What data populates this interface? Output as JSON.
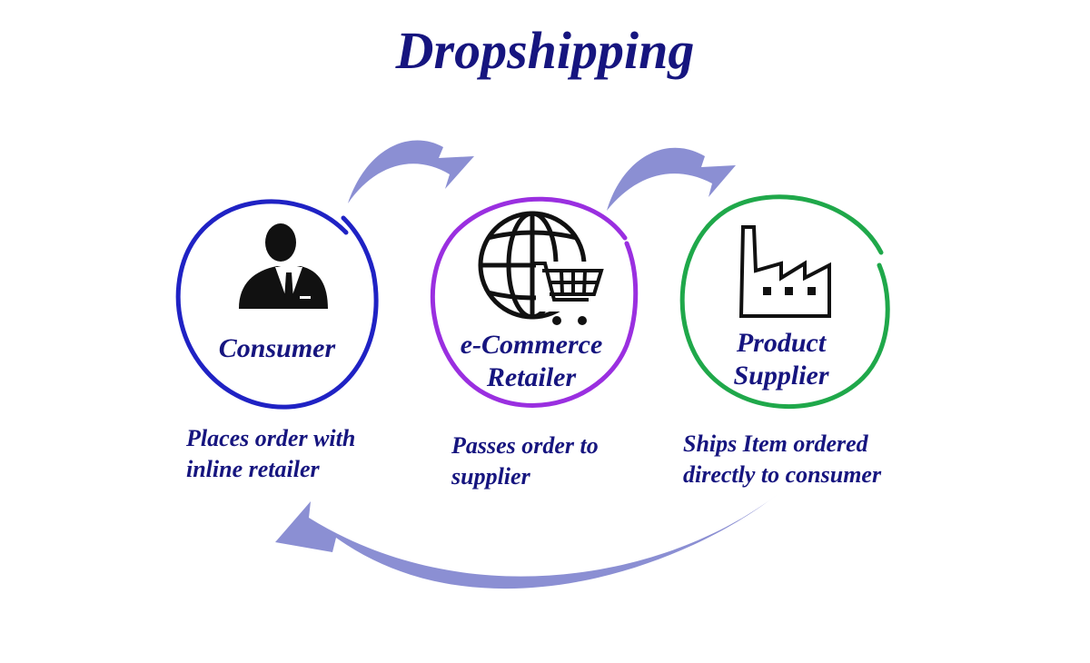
{
  "title": "Dropshipping",
  "colors": {
    "text": "#16157f",
    "arrow": "#8b8fd3",
    "consumer_ring": "#1f22c4",
    "retailer_ring": "#9a2fe0",
    "supplier_ring": "#1fa84a",
    "icon": "#111111"
  },
  "nodes": [
    {
      "id": "consumer",
      "icon": "businessman-icon",
      "label_lines": [
        "Consumer"
      ],
      "description_lines": [
        "Places order with",
        "inline retailer"
      ]
    },
    {
      "id": "retailer",
      "icon": "globe-cart-icon",
      "label_lines": [
        "e-Commerce",
        "Retailer"
      ],
      "description_lines": [
        "Passes order to",
        "supplier"
      ]
    },
    {
      "id": "supplier",
      "icon": "factory-icon",
      "label_lines": [
        "Product",
        "Supplier"
      ],
      "description_lines": [
        "Ships Item ordered",
        "directly to consumer"
      ]
    }
  ],
  "flow": [
    {
      "from": "consumer",
      "to": "retailer"
    },
    {
      "from": "retailer",
      "to": "supplier"
    },
    {
      "from": "supplier",
      "to": "consumer"
    }
  ]
}
